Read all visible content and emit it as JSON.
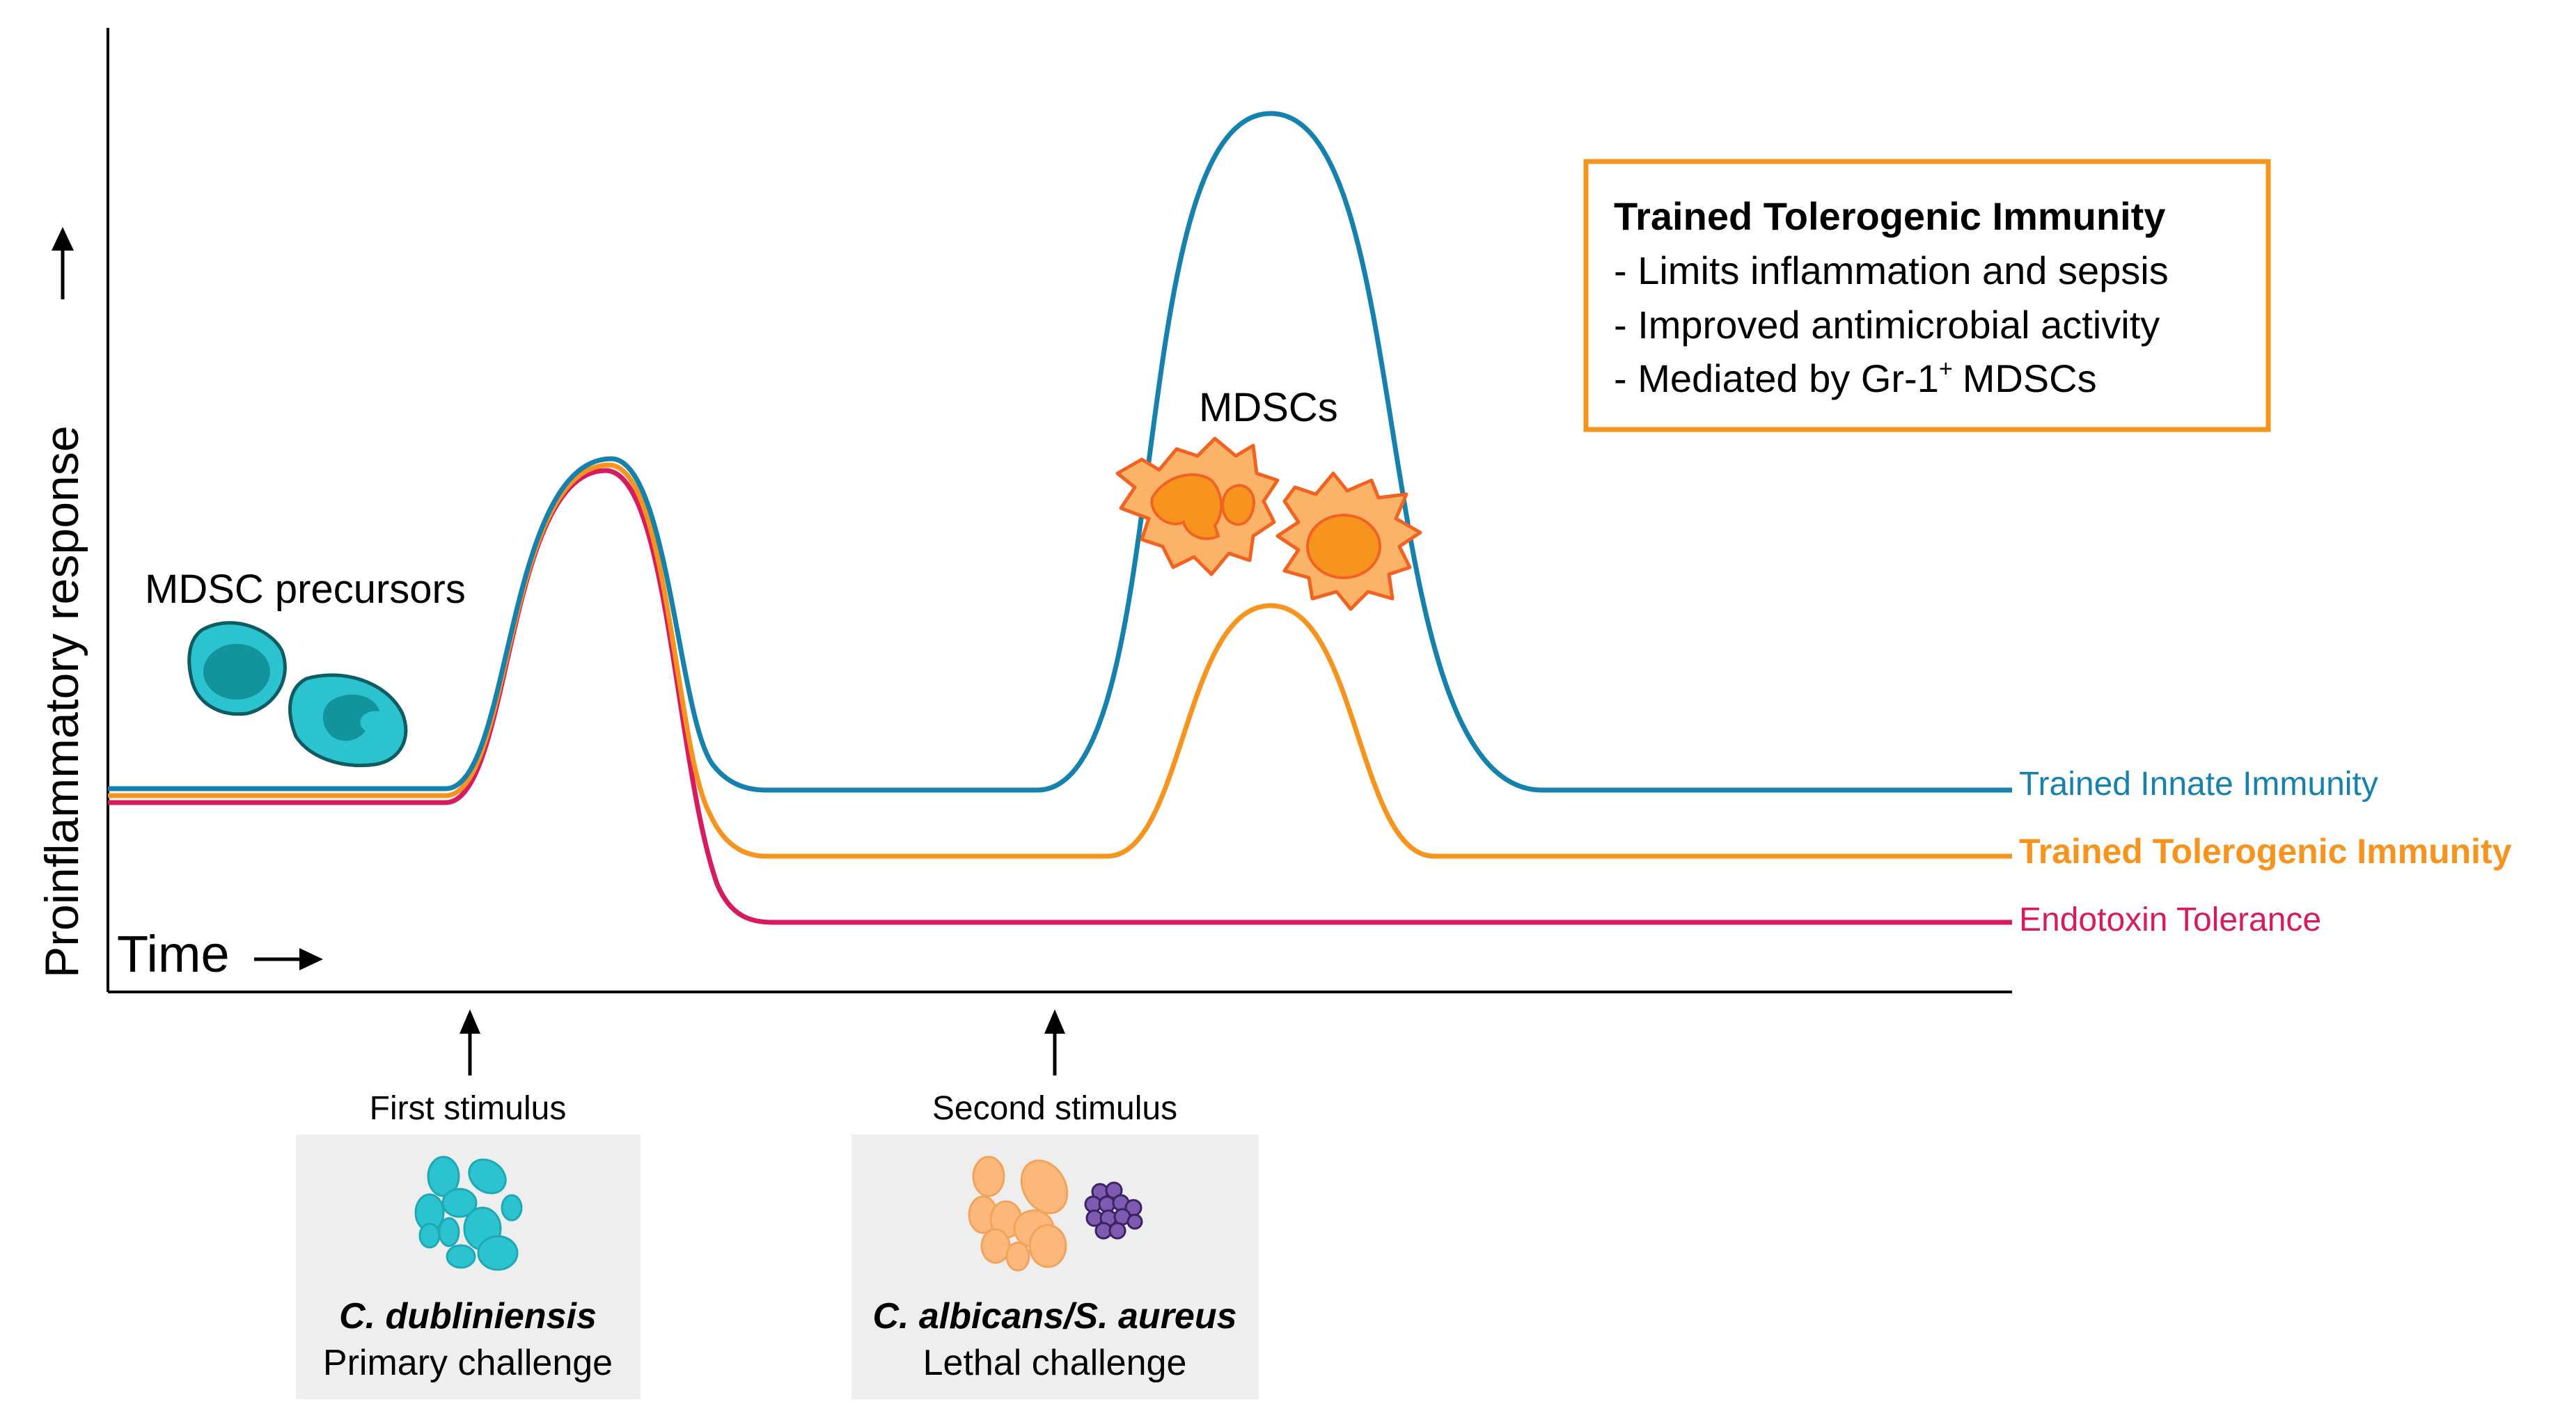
{
  "axes": {
    "y_label": "Proinflammatory response",
    "x_label": "Time"
  },
  "curves": [
    {
      "label": "Trained Innate Immunity",
      "color": "#1482ad",
      "bold": false
    },
    {
      "label": "Trained Tolerogenic Immunity",
      "color": "#f7941d",
      "bold": true
    },
    {
      "label": "Endotoxin Tolerance",
      "color": "#d81b60",
      "bold": false
    }
  ],
  "cells": {
    "precursors_label": "MDSC precursors",
    "mdsc_label": "MDSCs",
    "precursor_color": "#2ac3cf",
    "mdsc_color": "#f7941d"
  },
  "info_box": {
    "title": "Trained Tolerogenic Immunity",
    "items": [
      "- Limits inflammation and sepsis",
      "- Improved antimicrobial activity",
      "- Mediated by Gr-1",
      "MDSCs"
    ],
    "superscript": "+",
    "border_color": "#f7941d"
  },
  "stimuli": [
    {
      "label": "First stimulus",
      "organism": "C. dubliniensis",
      "challenge": "Primary challenge"
    },
    {
      "label": "Second stimulus",
      "organism": "C. albicans/S. aureus",
      "challenge": "Lethal challenge"
    }
  ]
}
